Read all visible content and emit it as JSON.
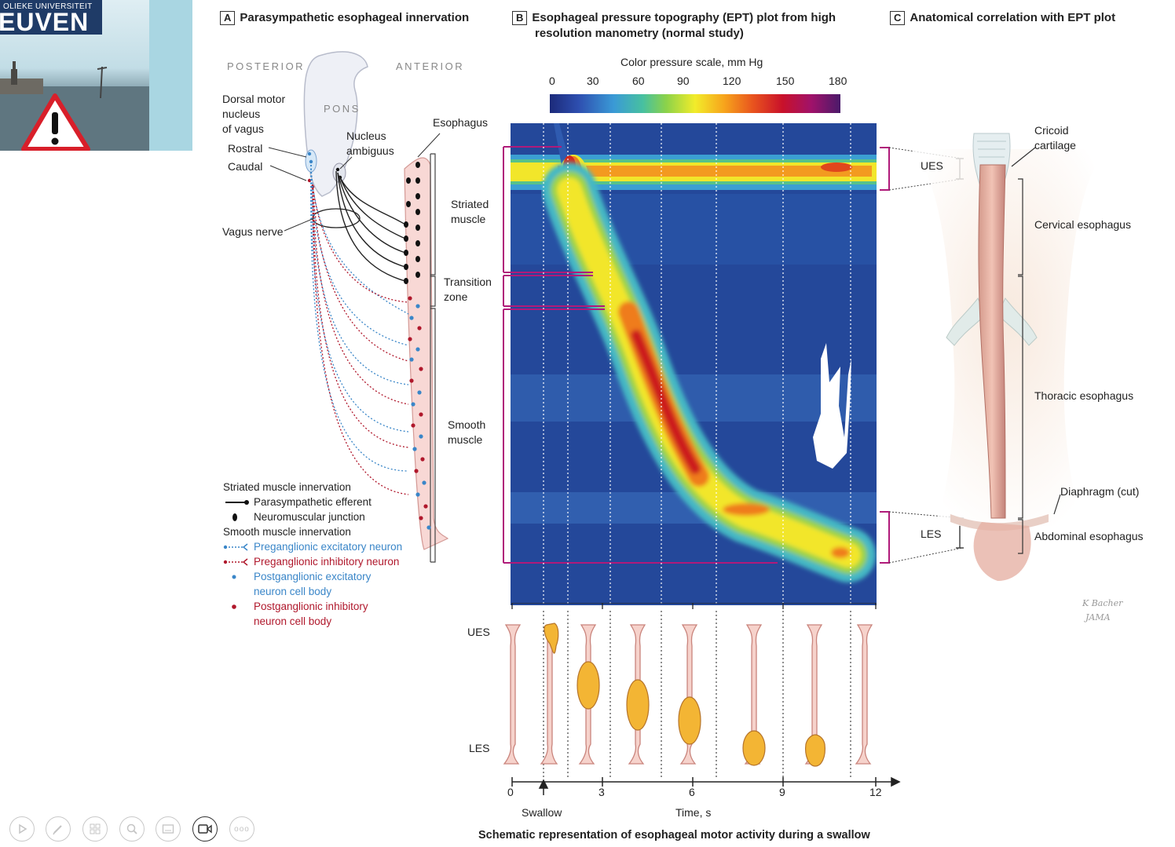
{
  "logo": {
    "top_text": "OLIEKE UNIVERSITEIT",
    "big_text": "EUVEN"
  },
  "panelA": {
    "letter": "A",
    "title": "Parasympathetic esophageal innervation",
    "posterior": "POSTERIOR",
    "anterior": "ANTERIOR",
    "pons": "PONS",
    "dorsal_motor": [
      "Dorsal motor",
      "nucleus",
      "of vagus"
    ],
    "rostral": "Rostral",
    "caudal": "Caudal",
    "nucleus_ambiguus": [
      "Nucleus",
      "ambiguus"
    ],
    "esophagus": "Esophagus",
    "vagus_nerve": "Vagus nerve",
    "striated_muscle": [
      "Striated",
      "muscle"
    ],
    "transition_zone": [
      "Transition",
      "zone"
    ],
    "smooth_muscle": [
      "Smooth",
      "muscle"
    ],
    "legend": {
      "striated_heading": "Striated muscle innervation",
      "parasympathetic_efferent": "Parasympathetic efferent",
      "neuromuscular_junction": "Neuromuscular junction",
      "smooth_heading": "Smooth muscle innervation",
      "pre_excitatory": "Preganglionic excitatory neuron",
      "pre_inhibitory": "Preganglionic inhibitory neuron",
      "post_excitatory": [
        "Postganglionic excitatory",
        "neuron cell body"
      ],
      "post_inhibitory": [
        "Postganglionic inhibitory",
        "neuron cell body"
      ]
    }
  },
  "panelB": {
    "letter": "B",
    "title": [
      "Esophageal pressure topography (EPT) plot from high",
      "resolution manometry (normal study)"
    ],
    "scale_title": "Color pressure scale, mm Hg",
    "scale_ticks": [
      "0",
      "30",
      "60",
      "90",
      "120",
      "150",
      "180"
    ],
    "ues": "UES",
    "les": "LES",
    "time_ticks": [
      "0",
      "3",
      "6",
      "9",
      "12"
    ],
    "swallow": "Swallow",
    "time_label": "Time, s",
    "caption": "Schematic representation of esophageal motor activity during a swallow"
  },
  "panelC": {
    "letter": "C",
    "title": "Anatomical correlation with EPT plot",
    "cricoid": [
      "Cricoid",
      "cartilage"
    ],
    "ues": "UES",
    "cervical": "Cervical esophagus",
    "thoracic": "Thoracic esophagus",
    "diaphragm": "Diaphragm (cut)",
    "les": "LES",
    "abdominal": "Abdominal esophagus",
    "signature": "K Bacher JAMA"
  },
  "toolbar": {
    "items": [
      "play-icon",
      "pen-icon",
      "slides-icon",
      "zoom-icon",
      "subtitles-icon",
      "camera-icon",
      "more-icon"
    ],
    "more_text": "ooo"
  },
  "colors": {
    "purple": "#b01a7a",
    "blue_text": "#3a86c8",
    "red_text": "#b0182c",
    "plot_bg": "#24489a"
  }
}
